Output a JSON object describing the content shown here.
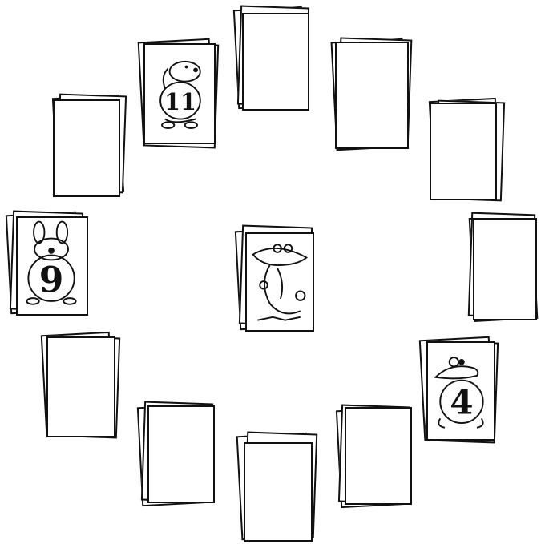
{
  "game": {
    "piles": [
      {
        "id": "pile-top",
        "face_up": false
      },
      {
        "id": "pile-upper-left",
        "face_up": true,
        "animal": "dog",
        "number": "11"
      },
      {
        "id": "pile-upper-right",
        "face_up": false
      },
      {
        "id": "pile-left-high",
        "face_up": false
      },
      {
        "id": "pile-right-high",
        "face_up": false
      },
      {
        "id": "pile-left",
        "face_up": true,
        "animal": "rabbit",
        "number": "9"
      },
      {
        "id": "pile-center",
        "face_up": true,
        "animal": "crocodile",
        "number": ""
      },
      {
        "id": "pile-right",
        "face_up": false
      },
      {
        "id": "pile-left-low",
        "face_up": false
      },
      {
        "id": "pile-right-low",
        "face_up": true,
        "animal": "lizard",
        "number": "4"
      },
      {
        "id": "pile-bottom-left",
        "face_up": false
      },
      {
        "id": "pile-bottom",
        "face_up": false
      },
      {
        "id": "pile-bottom-right",
        "face_up": false
      }
    ],
    "cards": {
      "dog_number": "11",
      "rabbit_number": "9",
      "lizard_number": "4"
    }
  }
}
